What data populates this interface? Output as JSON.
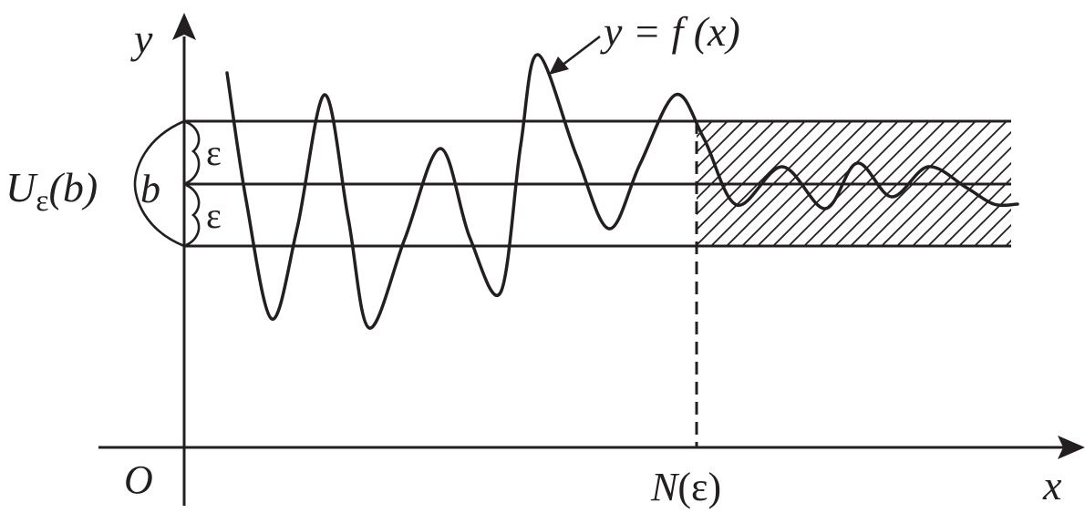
{
  "labels": {
    "y_axis": "y",
    "x_axis": "x",
    "origin": "O",
    "b": "b",
    "neighborhood_main": "U",
    "neighborhood_sub": "ε",
    "neighborhood_arg": "(b)",
    "eps_top": "ε",
    "eps_bottom": "ε",
    "n_main": "N",
    "n_arg": "(ε)",
    "function": "y = f (x)"
  },
  "colors": {
    "ink": "#231f20",
    "background": "#ffffff"
  }
}
